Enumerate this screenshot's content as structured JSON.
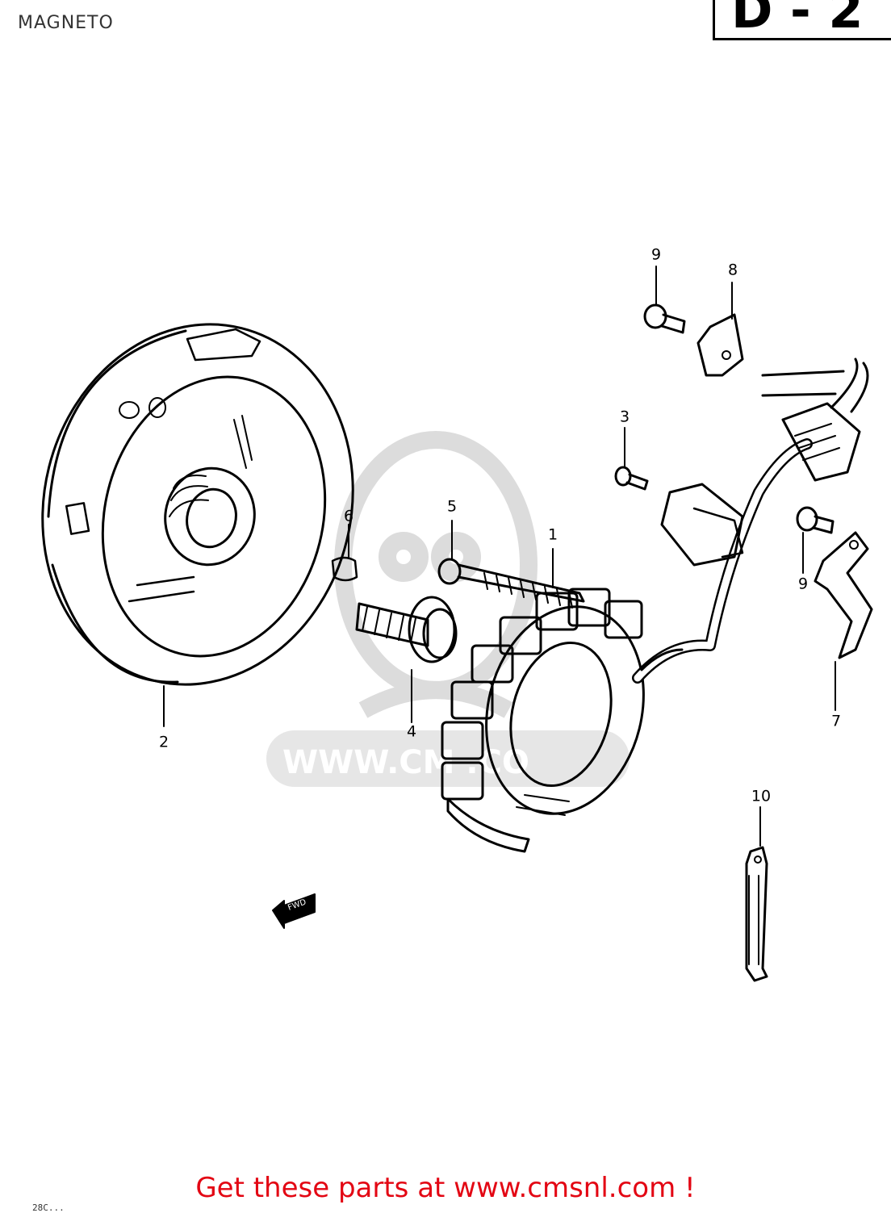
{
  "header": {
    "title": "MAGNETO",
    "ref_code": "D - 2"
  },
  "diagram": {
    "callouts": [
      "1",
      "2",
      "3",
      "4",
      "5",
      "6",
      "7",
      "8",
      "9",
      "9",
      "10"
    ],
    "watermark_text": "WWW.CM   .CO",
    "fwd_arrow_label": "FWD"
  },
  "footer": {
    "cta_text": "Get these parts at www.cmsnl.com !",
    "page_code": "28C..."
  },
  "colors": {
    "line": "#000000",
    "watermark": "#dcdcdc",
    "cta": "#e30613"
  }
}
